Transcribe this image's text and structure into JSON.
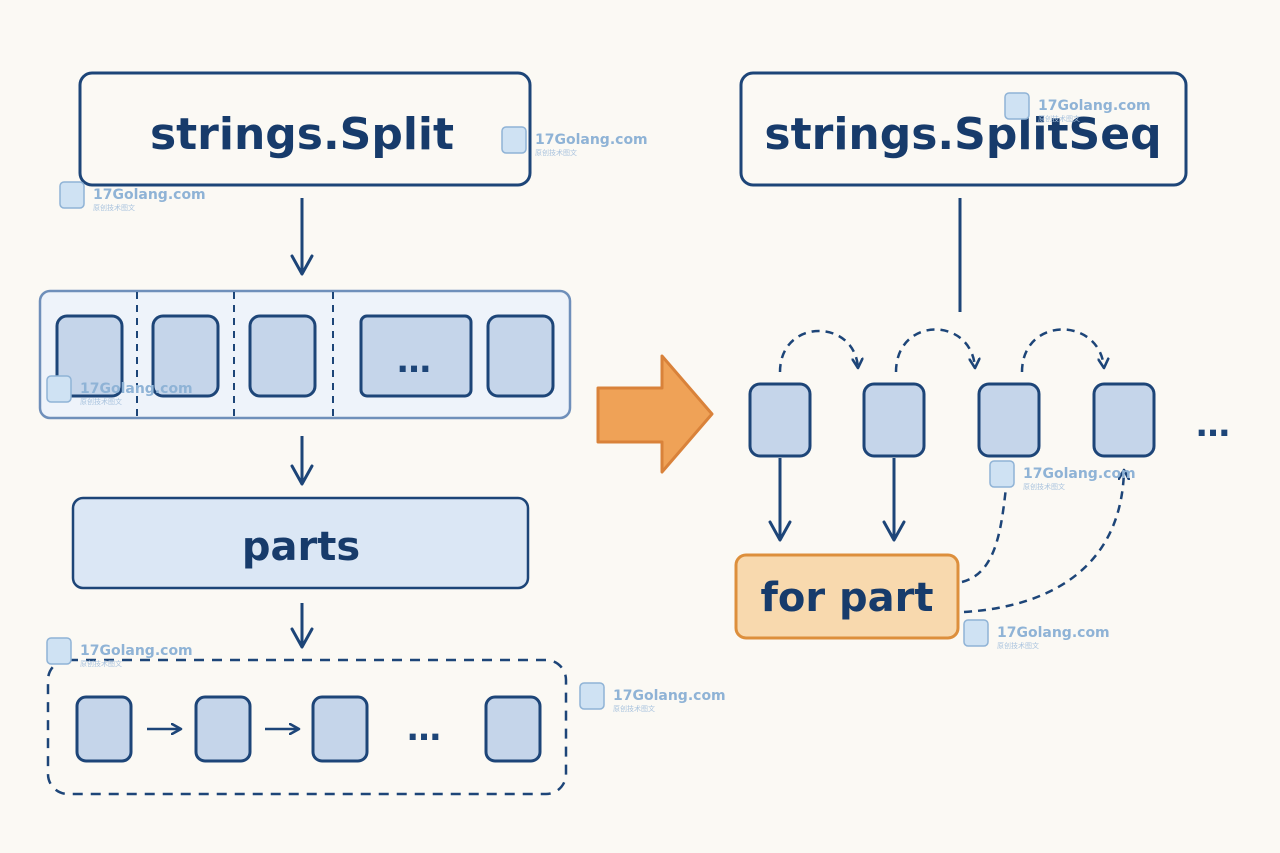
{
  "left": {
    "title": "strings.Split",
    "array_ellipsis": "…",
    "result_label": "parts",
    "loop_ellipsis": "…"
  },
  "right": {
    "title": "strings.SplitSeq",
    "seq_ellipsis": "…",
    "loop_label": "for part"
  },
  "watermark": {
    "text": "17Golang.com",
    "subtext": "原创技术图文"
  },
  "colors": {
    "background": "#fbf9f4",
    "stroke": "#1d4578",
    "box_fill": "#c5d5ea",
    "result_fill": "#dbe7f5",
    "loop_fill": "#f8d9ae",
    "loop_stroke": "#dd8f3c",
    "arrow_fill": "#efa257"
  }
}
